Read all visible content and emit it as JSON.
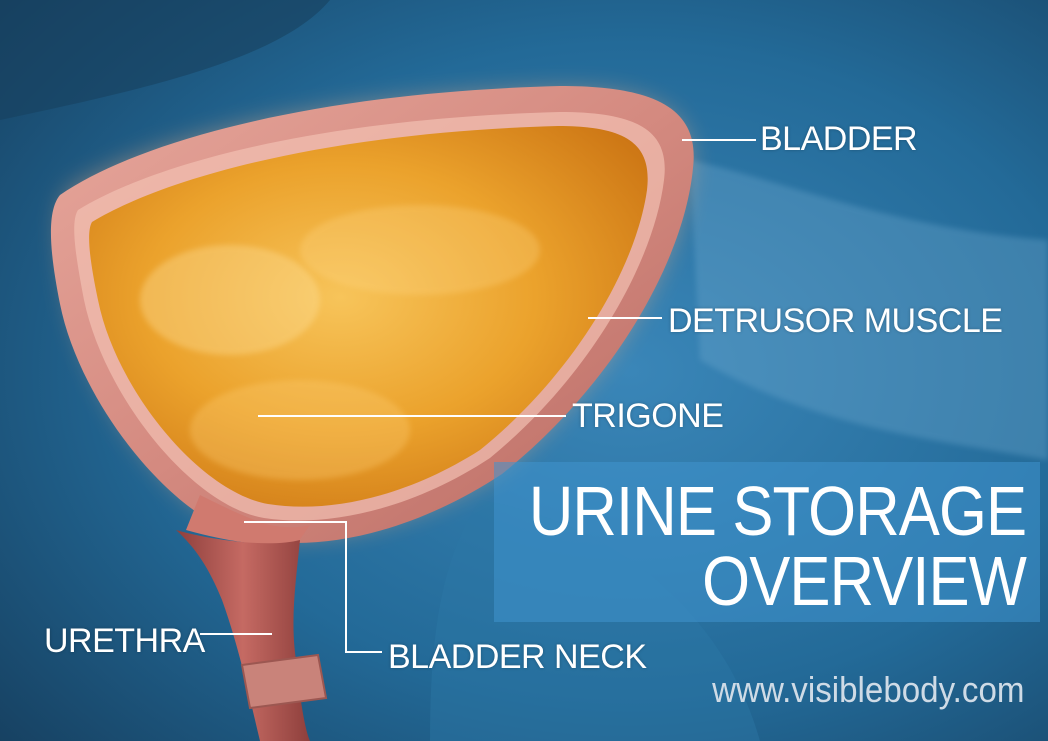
{
  "labels": {
    "bladder": "BLADDER",
    "detrusor_muscle": "DETRUSOR MUSCLE",
    "trigone": "TRIGONE",
    "urethra": "URETHRA",
    "bladder_neck": "BLADDER NECK"
  },
  "title": {
    "line1": "URINE STORAGE",
    "line2": "OVERVIEW"
  },
  "website": "www.visiblebody.com",
  "colors": {
    "background": "#1f5d86",
    "urine": "#e8a22a",
    "bladder_wall": "#d98f86",
    "title_band": "#4094cd",
    "text": "#ffffff"
  }
}
